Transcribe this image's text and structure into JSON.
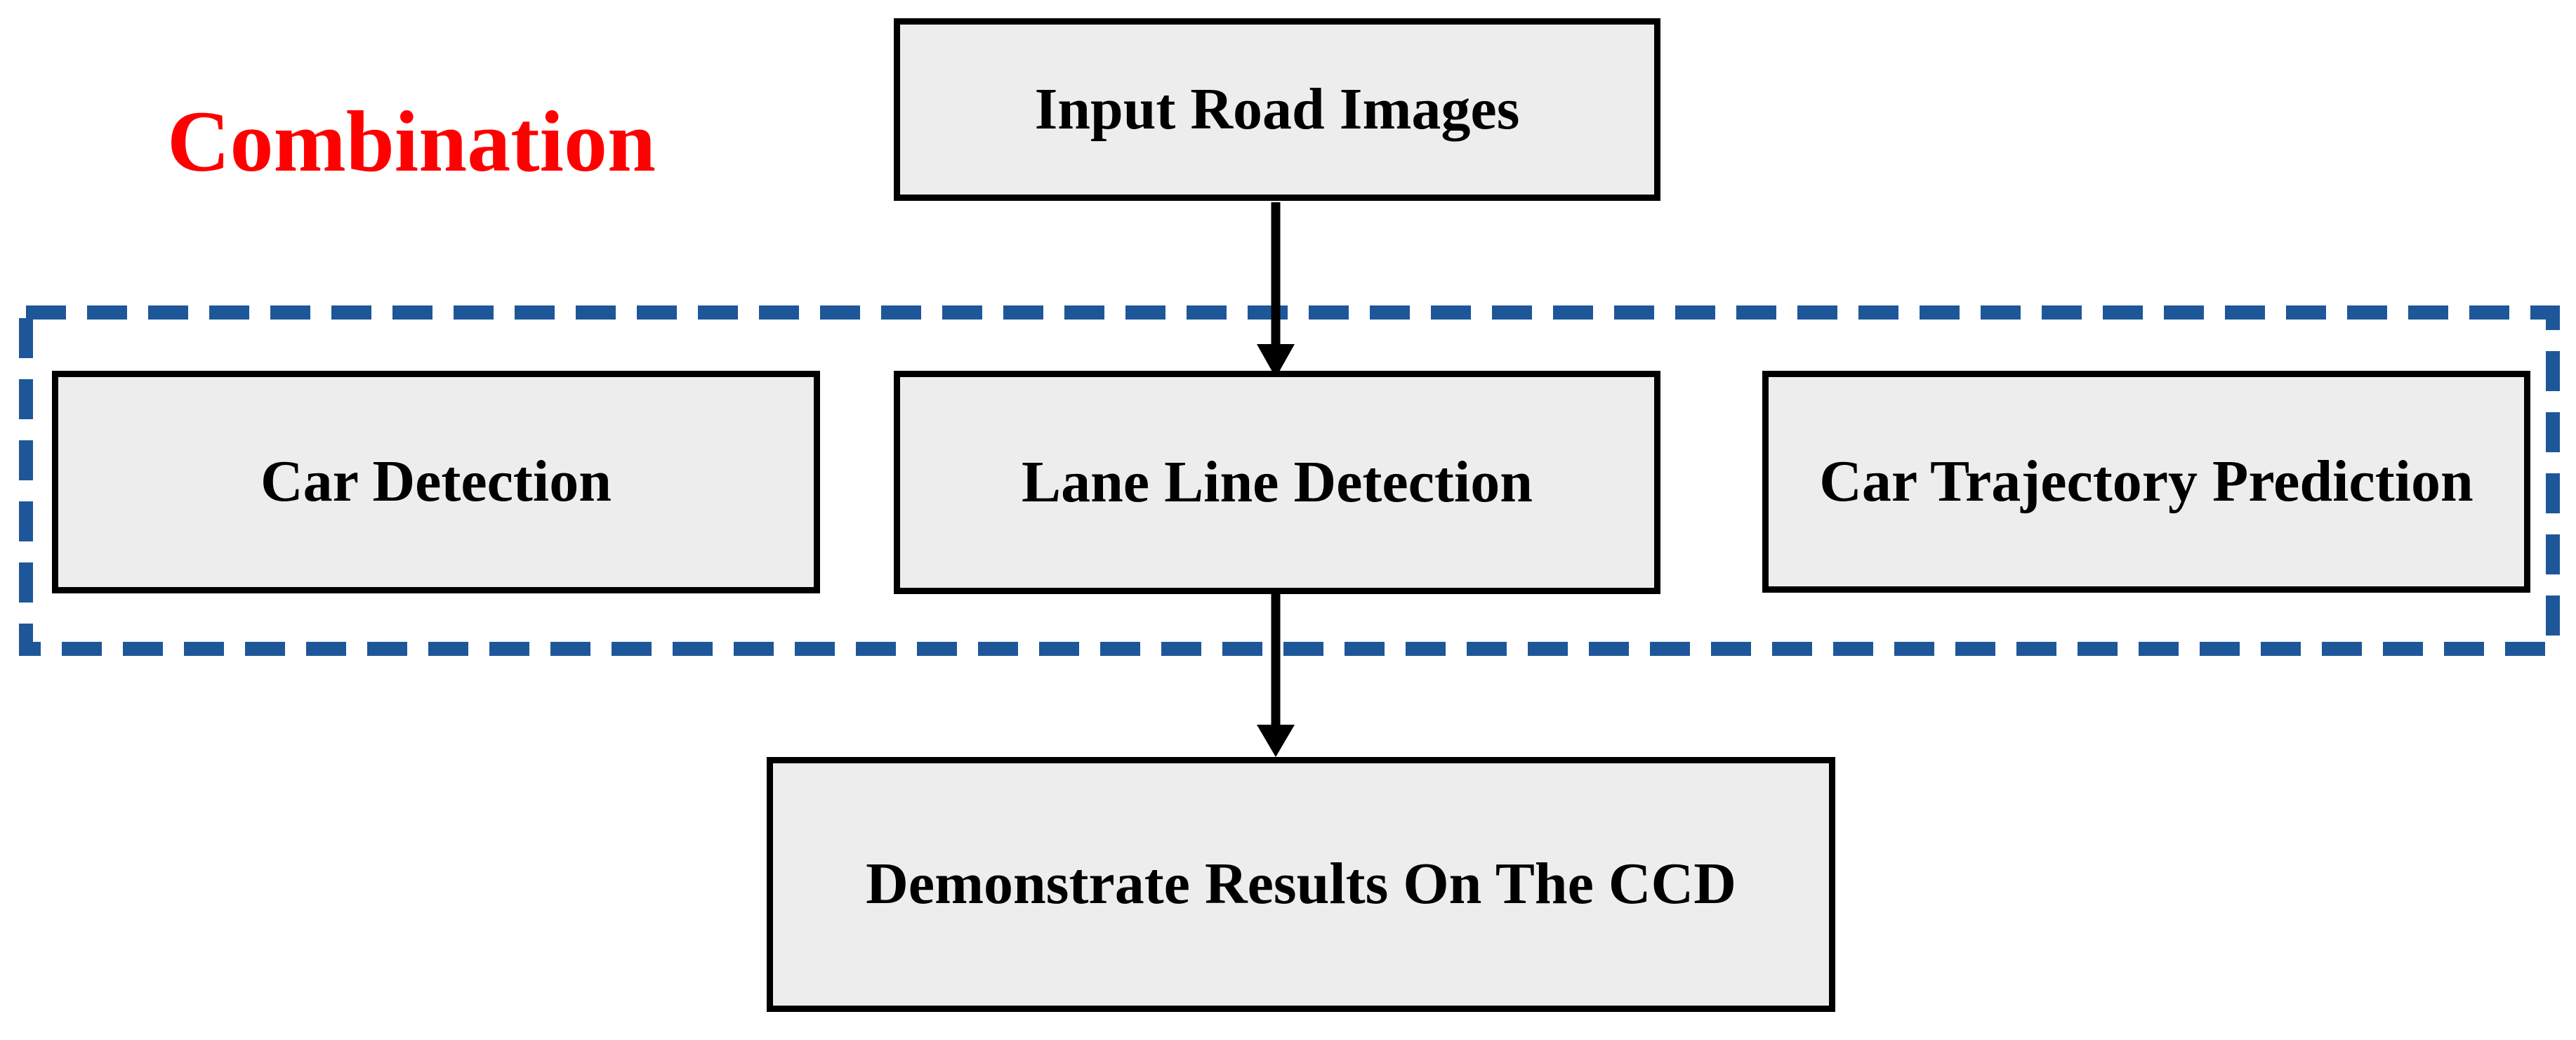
{
  "diagram": {
    "title": {
      "text": "Combination",
      "color": "#ff0000"
    },
    "nodes": [
      {
        "id": "input-road-images",
        "label": "Input Road Images"
      },
      {
        "id": "car-detection",
        "label": "Car Detection"
      },
      {
        "id": "lane-line-detection",
        "label": "Lane Line Detection"
      },
      {
        "id": "car-trajectory-prediction",
        "label": "Car Trajectory Prediction"
      },
      {
        "id": "demonstrate-results",
        "label": "Demonstrate Results On The CCD"
      }
    ],
    "edges": [
      {
        "from": "input-road-images",
        "to": "lane-line-detection",
        "type": "arrow-down"
      },
      {
        "from": "lane-line-detection",
        "to": "demonstrate-results",
        "type": "arrow-down"
      }
    ],
    "group": {
      "members": [
        "car-detection",
        "lane-line-detection",
        "car-trajectory-prediction"
      ],
      "border_style": "dashed",
      "border_color": "#1e5799"
    },
    "colors": {
      "background": "#ffffff",
      "node_fill": "#ededed",
      "node_border": "#000000",
      "arrow": "#000000",
      "dashed_border": "#1e5799",
      "title": "#ff0000"
    }
  }
}
